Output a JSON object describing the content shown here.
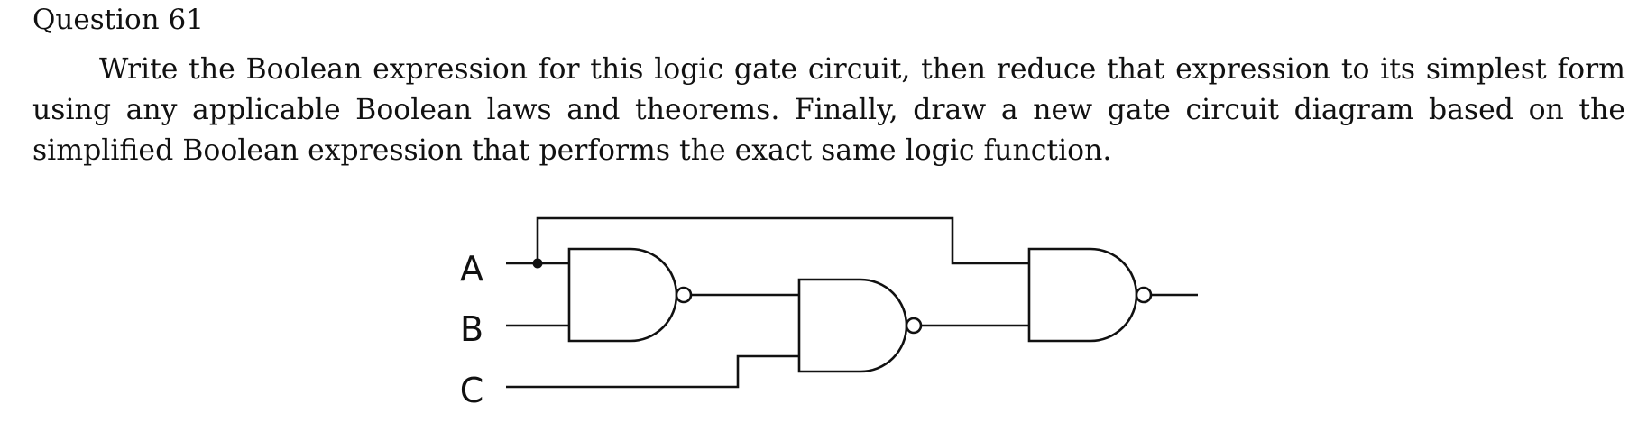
{
  "question": {
    "title": "Question 61",
    "body": "Write the Boolean expression for this logic gate circuit, then reduce that expression to its simplest form using any applicable Boolean laws and theorems. Finally, draw a new gate circuit diagram based on the simplified Boolean expression that performs the exact same logic function."
  },
  "circuit": {
    "inputs": [
      "A",
      "B",
      "C"
    ],
    "gates": [
      "NAND",
      "NAND",
      "NAND"
    ]
  }
}
